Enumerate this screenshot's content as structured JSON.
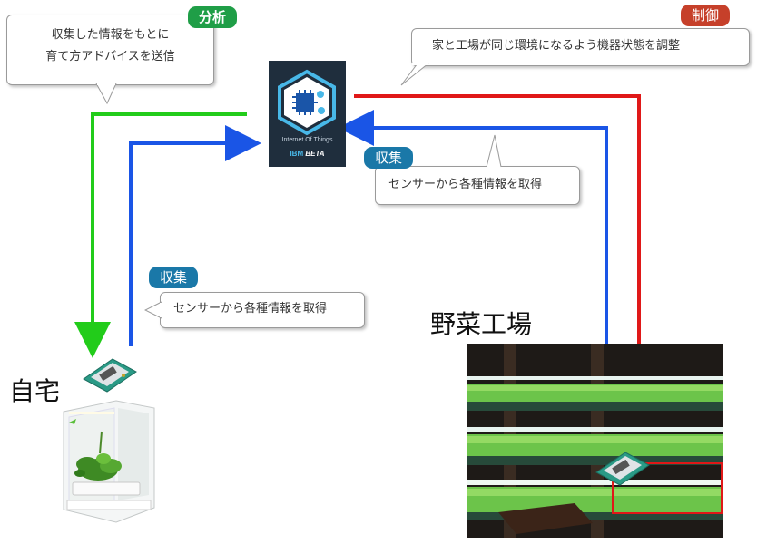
{
  "analysis_tag": "分析",
  "analysis_bubble": [
    "収集した情報をもとに",
    "育て方アドバイスを送信"
  ],
  "control_tag": "制御",
  "control_bubble": "家と工場が同じ環境になるよう機器状態を調整",
  "collect_tag": "収集",
  "collect_bubble": "センサーから各種情報を取得",
  "iot_logo": {
    "title": "Internet Of Things",
    "brand": "IBM",
    "badge": "BETA"
  },
  "home_label": "自宅",
  "factory_label": "野菜工場",
  "colors": {
    "green": "#22cc1a",
    "blue": "#1a55e6",
    "red": "#e01818",
    "tag_green": "#1f9e47",
    "tag_red": "#c6402a",
    "tag_blue": "#1a78a8"
  }
}
